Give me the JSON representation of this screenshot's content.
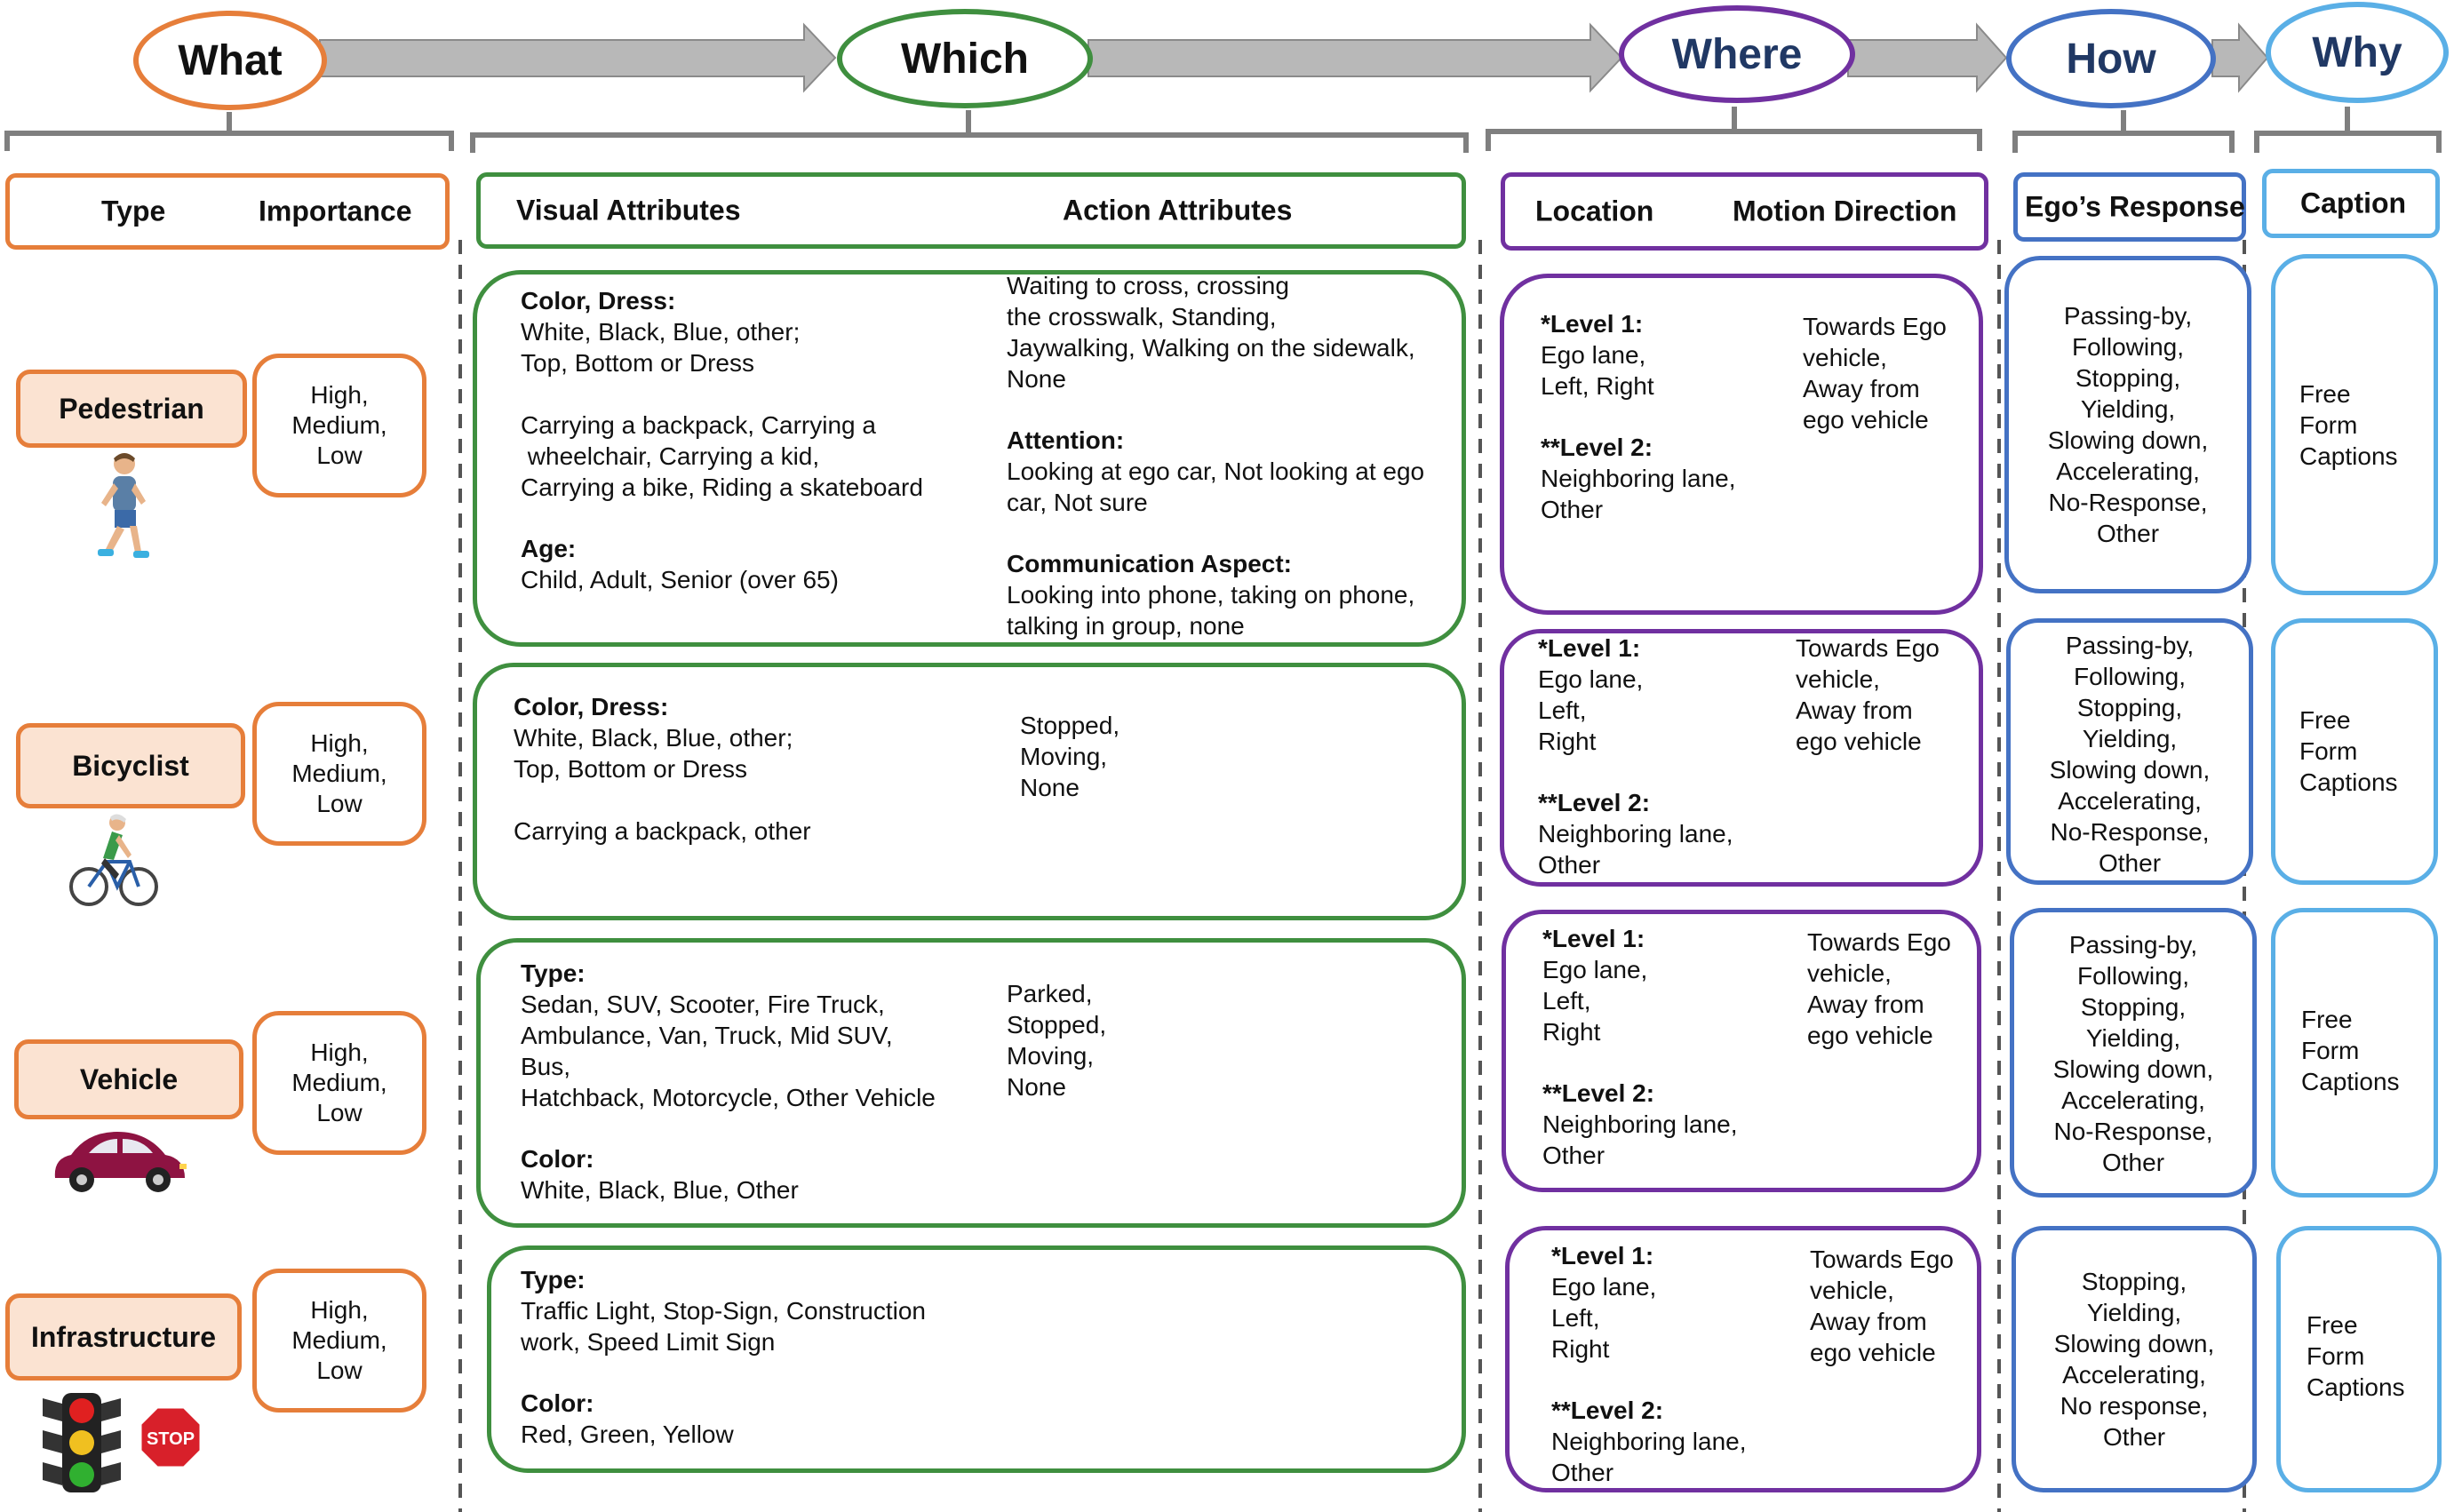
{
  "columns": {
    "what": "What",
    "which": "Which",
    "where": "Where",
    "how": "How",
    "why": "Why"
  },
  "headers": {
    "type": "Type",
    "importance": "Importance",
    "visual": "Visual Attributes",
    "action": "Action Attributes",
    "location": "Location",
    "motion": "Motion Direction",
    "ego": "Ego’s Response",
    "caption": "Caption"
  },
  "importance_text": "High,\nMedium,\nLow",
  "free_form": "Free\nForm\nCaptions",
  "rows": {
    "pedestrian": {
      "label": "Pedestrian",
      "v1_h": "Color, Dress:",
      "v1_t": "White, Black, Blue, other;\nTop, Bottom or Dress\n\nCarrying a backpack, Carrying a\n wheelchair, Carrying a kid,\nCarrying a bike, Riding a skateboard",
      "v2_h": "Age:",
      "v2_t": "Child, Adult, Senior (over 65)",
      "a1_t": "Waiting to cross, crossing\nthe crosswalk, Standing,\nJaywalking, Walking on the sidewalk,\nNone",
      "a2_h": "Attention:",
      "a2_t": "Looking at ego car, Not looking at ego\ncar, Not sure",
      "a3_h": "Communication Aspect:",
      "a3_t": "Looking into phone, taking on phone,\ntalking in group, none",
      "l1_h": "*Level 1:",
      "l1_t": "Ego lane,\nLeft, Right",
      "l2_h": "**Level 2:",
      "l2_t": "Neighboring lane,\nOther",
      "m_t": "Towards Ego\nvehicle,\nAway from\nego vehicle",
      "ego_t": "Passing-by,\nFollowing,\nStopping,\nYielding,\nSlowing down,\nAccelerating,\nNo-Response,\nOther"
    },
    "bicyclist": {
      "label": "Bicyclist",
      "v1_h": "Color, Dress:",
      "v1_t": "White, Black, Blue, other;\nTop, Bottom or Dress\n\nCarrying a backpack, other",
      "a1_t": "Stopped,\nMoving,\nNone",
      "l1_h": "*Level 1:",
      "l1_t": "Ego lane,\nLeft,\nRight",
      "l2_h": "**Level 2:",
      "l2_t": "Neighboring lane,\nOther",
      "m_t": "Towards Ego\nvehicle,\nAway from\nego vehicle",
      "ego_t": "Passing-by,\nFollowing,\nStopping,\nYielding,\nSlowing down,\nAccelerating,\nNo-Response,\nOther"
    },
    "vehicle": {
      "label": "Vehicle",
      "v1_h": "Type:",
      "v1_t": "Sedan, SUV, Scooter, Fire Truck,\nAmbulance, Van, Truck, Mid SUV,\nBus,\nHatchback, Motorcycle, Other Vehicle",
      "v2_h": "Color:",
      "v2_t": "White, Black, Blue, Other",
      "a1_t": "Parked,\nStopped,\nMoving,\nNone",
      "l1_h": "*Level 1:",
      "l1_t": "Ego lane,\nLeft,\nRight",
      "l2_h": "**Level 2:",
      "l2_t": "Neighboring lane,\nOther",
      "m_t": "Towards Ego\nvehicle,\nAway from\nego vehicle",
      "ego_t": "Passing-by,\nFollowing,\nStopping,\nYielding,\nSlowing down,\nAccelerating,\nNo-Response,\nOther"
    },
    "infrastructure": {
      "label": "Infrastructure",
      "v1_h": "Type:",
      "v1_t": "Traffic Light, Stop-Sign, Construction\nwork, Speed Limit Sign",
      "v2_h": "Color:",
      "v2_t": "Red, Green, Yellow",
      "l1_h": "*Level 1:",
      "l1_t": "Ego lane,\nLeft,\nRight",
      "l2_h": "**Level 2:",
      "l2_t": "Neighboring lane,\nOther",
      "m_t": "Towards Ego\nvehicle,\nAway from\nego vehicle",
      "ego_t": "Stopping,\nYielding,\nSlowing down,\nAccelerating,\nNo response,\nOther",
      "stop_sign": "STOP"
    }
  },
  "colors": {
    "orange": "#e67e3a",
    "green": "#3f8f3f",
    "purple": "#7030a0",
    "blue": "#4472c4",
    "lightblue": "#5aafe6",
    "arrow": "#b8b8b8"
  },
  "icons": [
    "pedestrian-icon",
    "bicycle-icon",
    "car-icon",
    "traffic-light-icon",
    "stop-sign-icon"
  ]
}
